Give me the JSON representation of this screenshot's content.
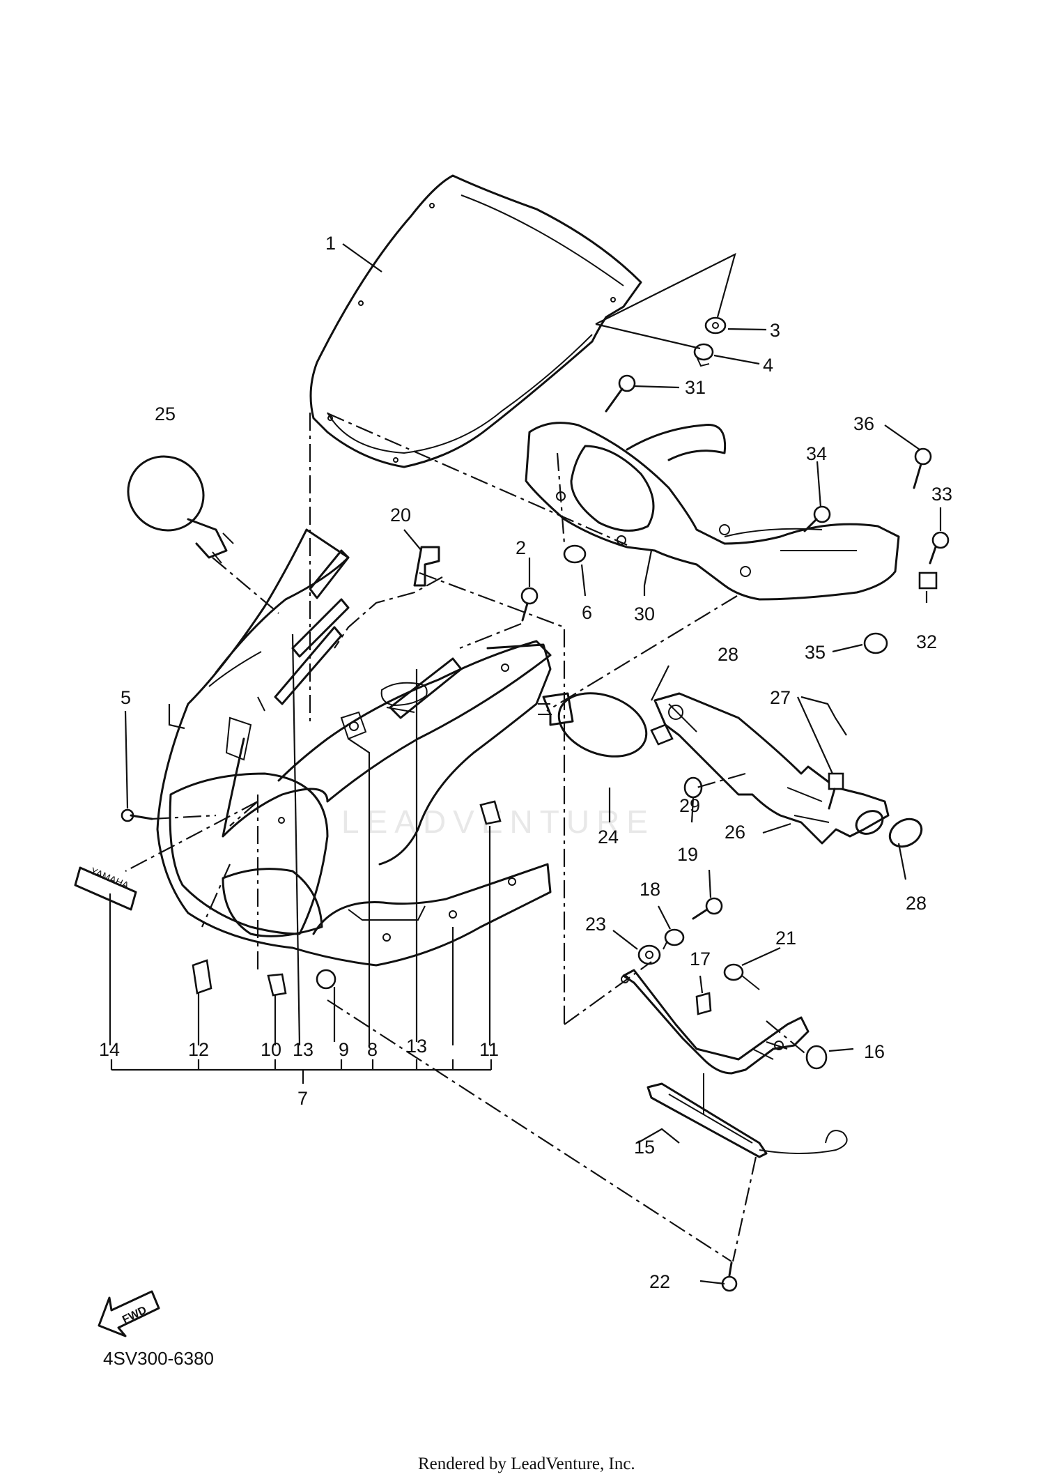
{
  "diagram": {
    "callouts": [
      "1",
      "2",
      "3",
      "4",
      "5",
      "6",
      "7",
      "8",
      "9",
      "10",
      "11",
      "12",
      "13",
      "13",
      "14",
      "15",
      "16",
      "17",
      "18",
      "19",
      "20",
      "21",
      "22",
      "23",
      "24",
      "25",
      "26",
      "27",
      "28",
      "28",
      "29",
      "30",
      "31",
      "32",
      "33",
      "34",
      "35",
      "36"
    ],
    "emblem_text": "YAMAHA",
    "fwd_label": "FWD",
    "diagram_code": "4SV300-6380",
    "watermark": "LEADVENTURE",
    "footer": "Rendered by LeadVenture, Inc."
  }
}
